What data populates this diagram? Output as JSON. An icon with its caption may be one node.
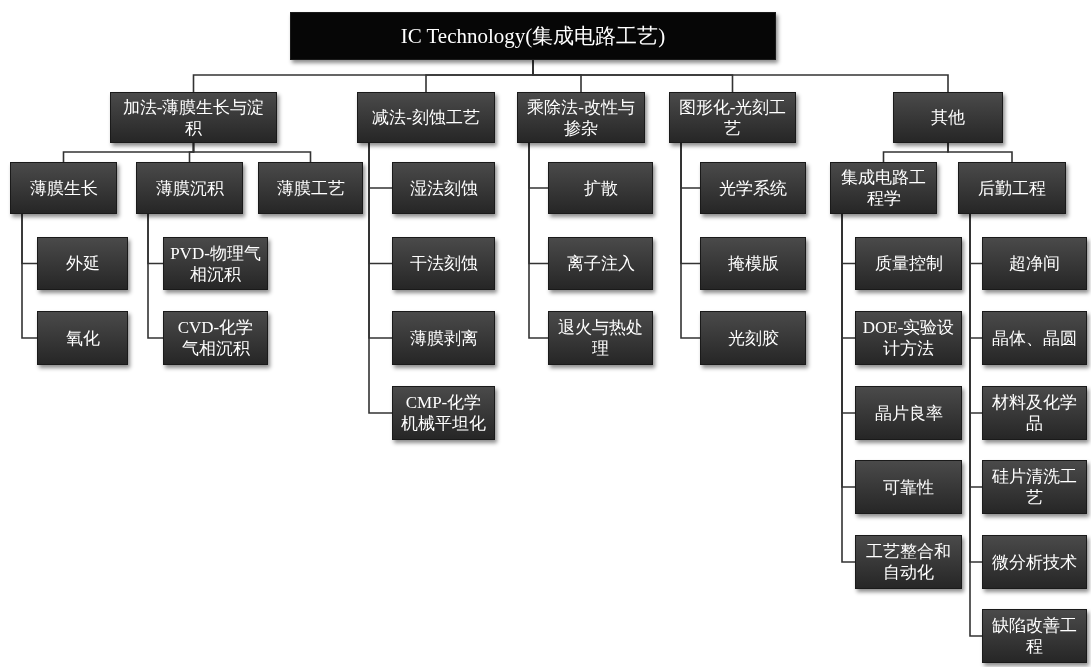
{
  "diagram": {
    "nodes": [
      {
        "text": [
          "IC Technology(集成电路工艺)"
        ]
      },
      {
        "text": [
          "加法-薄膜生长与淀积"
        ]
      },
      {
        "text": [
          "减法-刻蚀工艺"
        ]
      },
      {
        "text": [
          "乘除法-改性与掺杂"
        ]
      },
      {
        "text": [
          "图形化-光刻工艺"
        ]
      },
      {
        "text": [
          "其他"
        ]
      },
      {
        "text": [
          "薄膜生长"
        ]
      },
      {
        "text": [
          "薄膜沉积"
        ]
      },
      {
        "text": [
          "薄膜工艺"
        ]
      },
      {
        "text": [
          "外延"
        ]
      },
      {
        "text": [
          "氧化"
        ]
      },
      {
        "text": [
          "PVD-物理气相沉积"
        ]
      },
      {
        "text": [
          "CVD-化学气相沉积"
        ]
      },
      {
        "text": [
          "湿法刻蚀"
        ]
      },
      {
        "text": [
          "干法刻蚀"
        ]
      },
      {
        "text": [
          "薄膜剥离"
        ]
      },
      {
        "text": [
          "CMP-化学机械平坦化"
        ]
      },
      {
        "text": [
          "扩散"
        ]
      },
      {
        "text": [
          "离子注入"
        ]
      },
      {
        "text": [
          "退火与热处理"
        ]
      },
      {
        "text": [
          "光学系统"
        ]
      },
      {
        "text": [
          "掩模版"
        ]
      },
      {
        "text": [
          "光刻胶"
        ]
      },
      {
        "text": [
          "集成电路工程学"
        ]
      },
      {
        "text": [
          "后勤工程"
        ]
      },
      {
        "text": [
          "质量控制"
        ]
      },
      {
        "text": [
          "DOE-实验设计方法"
        ]
      },
      {
        "text": [
          "晶片良率"
        ]
      },
      {
        "text": [
          "可靠性"
        ]
      },
      {
        "text": [
          "工艺整合和自动化"
        ]
      },
      {
        "text": [
          "超净间"
        ]
      },
      {
        "text": [
          "晶体、晶圆"
        ]
      },
      {
        "text": [
          "材料及化学品"
        ]
      },
      {
        "text": [
          "硅片清洗工艺"
        ]
      },
      {
        "text": [
          "微分析技术"
        ]
      },
      {
        "text": [
          "缺陷改善工程"
        ]
      }
    ],
    "edges": [
      {
        "from": 0,
        "to": 1,
        "arrow": "none"
      },
      {
        "from": 0,
        "to": 2,
        "arrow": "none"
      },
      {
        "from": 0,
        "to": 3,
        "arrow": "none"
      },
      {
        "from": 0,
        "to": 4,
        "arrow": "none"
      },
      {
        "from": 0,
        "to": 5,
        "arrow": "none"
      },
      {
        "from": 1,
        "to": 6,
        "arrow": "none"
      },
      {
        "from": 1,
        "to": 7,
        "arrow": "none"
      },
      {
        "from": 1,
        "to": 8,
        "arrow": "none"
      },
      {
        "from": 6,
        "to": 9,
        "arrow": "none"
      },
      {
        "from": 6,
        "to": 10,
        "arrow": "none"
      },
      {
        "from": 7,
        "to": 11,
        "arrow": "none"
      },
      {
        "from": 7,
        "to": 12,
        "arrow": "none"
      },
      {
        "from": 2,
        "to": 13,
        "arrow": "none"
      },
      {
        "from": 2,
        "to": 14,
        "arrow": "none"
      },
      {
        "from": 2,
        "to": 15,
        "arrow": "none"
      },
      {
        "from": 2,
        "to": 16,
        "arrow": "none"
      },
      {
        "from": 3,
        "to": 17,
        "arrow": "none"
      },
      {
        "from": 3,
        "to": 18,
        "arrow": "none"
      },
      {
        "from": 3,
        "to": 19,
        "arrow": "none"
      },
      {
        "from": 4,
        "to": 20,
        "arrow": "none"
      },
      {
        "from": 4,
        "to": 21,
        "arrow": "none"
      },
      {
        "from": 4,
        "to": 22,
        "arrow": "none"
      },
      {
        "from": 5,
        "to": 23,
        "arrow": "none"
      },
      {
        "from": 5,
        "to": 24,
        "arrow": "none"
      },
      {
        "from": 23,
        "to": 25,
        "arrow": "none"
      },
      {
        "from": 23,
        "to": 26,
        "arrow": "none"
      },
      {
        "from": 23,
        "to": 27,
        "arrow": "none"
      },
      {
        "from": 23,
        "to": 28,
        "arrow": "none"
      },
      {
        "from": 23,
        "to": 29,
        "arrow": "none"
      },
      {
        "from": 24,
        "to": 30,
        "arrow": "none"
      },
      {
        "from": 24,
        "to": 31,
        "arrow": "none"
      },
      {
        "from": 24,
        "to": 32,
        "arrow": "none"
      },
      {
        "from": 24,
        "to": 33,
        "arrow": "none"
      },
      {
        "from": 24,
        "to": 34,
        "arrow": "none"
      },
      {
        "from": 24,
        "to": 35,
        "arrow": "none"
      }
    ]
  }
}
